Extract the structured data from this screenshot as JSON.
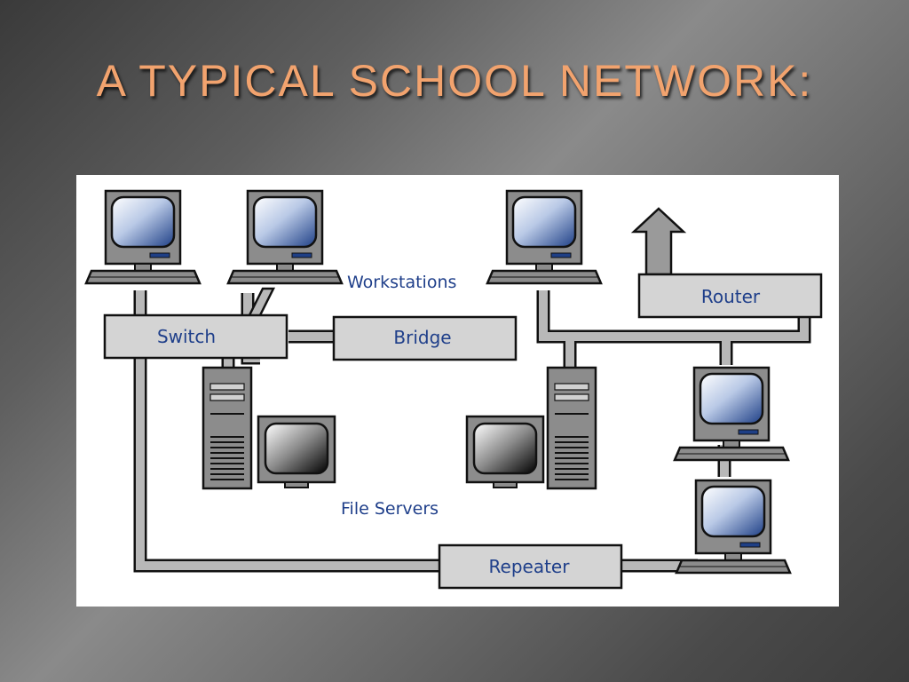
{
  "title": "A TYPICAL SCHOOL NETWORK:",
  "diagram": {
    "labels": {
      "workstations": "Workstations",
      "file_servers": "File Servers"
    },
    "devices": {
      "switch": "Switch",
      "bridge": "Bridge",
      "router": "Router",
      "repeater": "Repeater"
    },
    "colors": {
      "label_blue": "#1f3f8a",
      "device_gray": "#d4d4d4",
      "outline": "#111111"
    }
  }
}
